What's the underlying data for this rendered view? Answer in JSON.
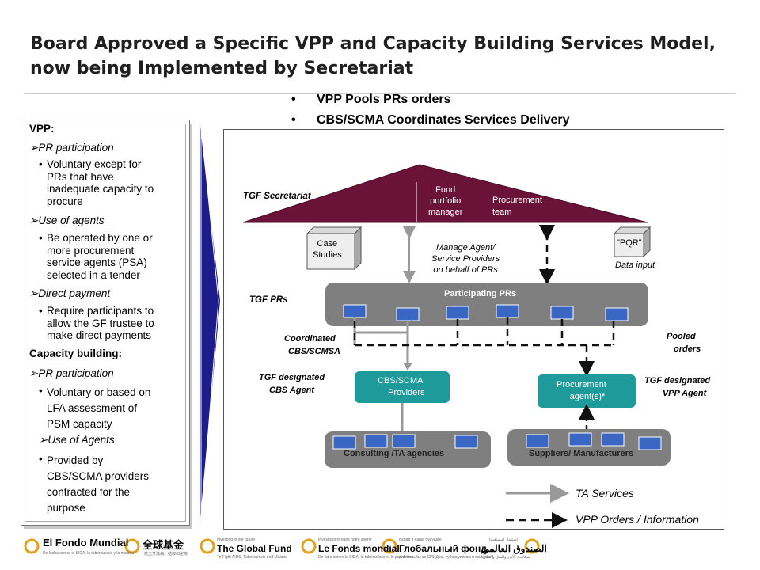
{
  "title": {
    "line1": "Board Approved a Specific VPP and Capacity Building Services Model,",
    "line2": "now being Implemented by Secretariat"
  },
  "bullets": [
    "VPP Pools PRs orders",
    "CBS/SCMA Coordinates Services Delivery"
  ],
  "left_panel": {
    "vpp_heading": "VPP:",
    "pr_participation": "PR participation",
    "pr_participation_detail": [
      "Voluntary except for",
      "PRs that have",
      "inadequate capacity to",
      "procure"
    ],
    "use_of_agents": "Use of agents",
    "use_of_agents_detail": [
      "Be operated by one or",
      "more procurement",
      "service agents (PSA)",
      "selected in a tender"
    ],
    "direct_payment": "Direct payment",
    "direct_payment_detail": [
      "Require participants to",
      "allow the GF trustee to",
      "make direct payments"
    ],
    "capacity_heading": "Capacity building:",
    "cb_pr_participation": "PR participation",
    "cb_pr_participation_detail": [
      "Voluntary or based on",
      "LFA assessment of",
      "PSM capacity"
    ],
    "cb_use_of_agents": "Use of Agents",
    "cb_use_of_agents_detail": [
      "Provided by",
      "CBS/SCMA providers",
      "contracted for the",
      "purpose"
    ]
  },
  "diagram": {
    "global_fund": "The Global Fund",
    "fund_portfolio_manager": [
      "Fund",
      "portfolio",
      "manager"
    ],
    "procurement_team": [
      "Procurement",
      "team"
    ],
    "tgf_secretariat": "TGF Secretariat",
    "case_studies": [
      "Case",
      "Studies"
    ],
    "pqr": "\"PQR\"",
    "data_input": "Data input",
    "manage_agent": [
      "Manage Agent/",
      "Service Providers",
      "on behalf of PRs"
    ],
    "tgf_prs": "TGF PRs",
    "participating_prs": "Participating PRs",
    "coordinated": [
      "Coordinated",
      "CBS/SCMSA"
    ],
    "pooled_orders": [
      "Pooled",
      "orders"
    ],
    "tgf_designated_cbs": [
      "TGF designated",
      "CBS Agent"
    ],
    "cbs_providers": [
      "CBS/SCMA",
      "Providers"
    ],
    "procurement_agents": [
      "Procurement",
      "agent(s)*"
    ],
    "tgf_designated_vpp": [
      "TGF designated",
      "VPP Agent"
    ],
    "consulting": "Consulting /TA agencies",
    "suppliers": "Suppliers/ Manufacturers"
  },
  "legend": {
    "ta_services": "TA Services",
    "vpp_orders": "VPP Orders /  Information"
  },
  "footer": {
    "logos": [
      "El Fondo Mundial",
      "全球基金",
      "The Global Fund",
      "Le Fonds mondial",
      "Глобальный фонд",
      "الصندوق العالمي"
    ],
    "captions": [
      "De lucha contra el SIDA, la tuberculosis y la malaria",
      "抗击艾滋病、结核和疟疾",
      "To Fight AIDS, Tuberculosis and Malaria",
      "De lutte contre le SIDA, la tuberculose et le paludisme",
      "для борьбы со СПИДом, туберкулёзом и малярией",
      "لمكافحة الأيدز والسل والملاريا"
    ],
    "taglines": [
      "Investing in our future",
      "Investissons dans notre avenir",
      "Вклад в наше будущее",
      "استثمار لمستقبلنا"
    ]
  },
  "colors": {
    "roof": "#6b1238",
    "teal": "#1e9a9a",
    "pr_box": "#3a67c4",
    "grey_band": "#7f7f7f",
    "arrow_navy": "#1c1c8a"
  }
}
